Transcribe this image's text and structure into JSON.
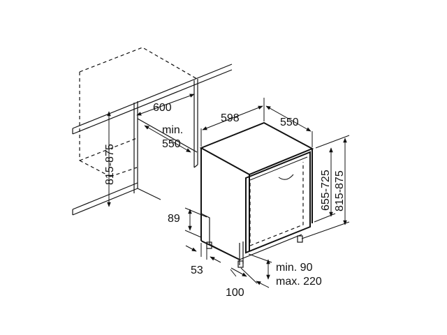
{
  "dimensions": {
    "niche_width": "600",
    "niche_depth_min": "min.",
    "niche_depth_value": "550",
    "niche_height": "815-875",
    "appliance_width": "598",
    "appliance_depth": "550",
    "appliance_height_inner": "655-725",
    "appliance_height_outer": "815-875",
    "plinth_height": "89",
    "plinth_offset": "53",
    "foot_spacing": "100",
    "clearance_min": "min. 90",
    "clearance_max": "max. 220"
  },
  "colors": {
    "line": "#111111",
    "background": "#ffffff"
  }
}
